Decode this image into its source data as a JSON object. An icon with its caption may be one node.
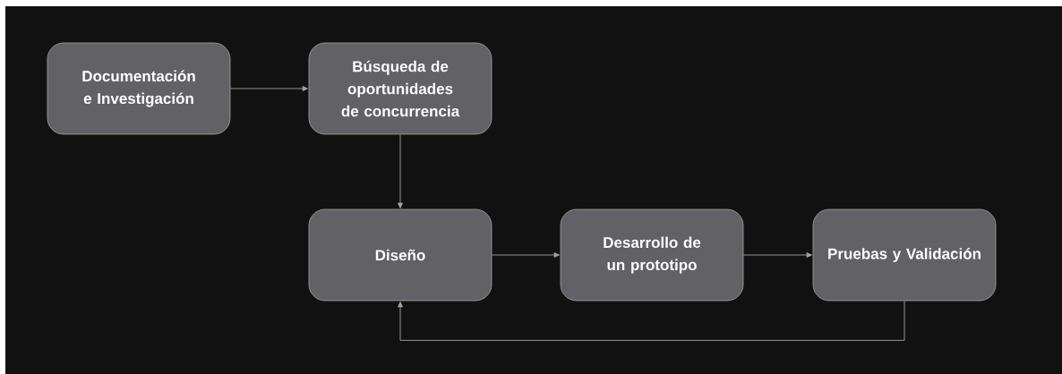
{
  "diagram": {
    "nodes": [
      {
        "text": [
          "Documentación e Investigación"
        ]
      },
      {
        "text": [
          "Búsqueda de oportunidades de concurrencia"
        ]
      },
      {
        "text": [
          "Diseño"
        ]
      },
      {
        "text": [
          "Desarrollo de un prototipo"
        ]
      },
      {
        "text": [
          "Pruebas y Validación"
        ]
      }
    ],
    "edges": [
      {
        "from": 0,
        "to": 1,
        "arrow": "to"
      },
      {
        "from": 1,
        "to": 2,
        "arrow": "to"
      },
      {
        "from": 2,
        "to": 3,
        "arrow": "to"
      },
      {
        "from": 3,
        "to": 4,
        "arrow": "to"
      },
      {
        "from": 4,
        "to": 2,
        "arrow": "to"
      }
    ]
  }
}
